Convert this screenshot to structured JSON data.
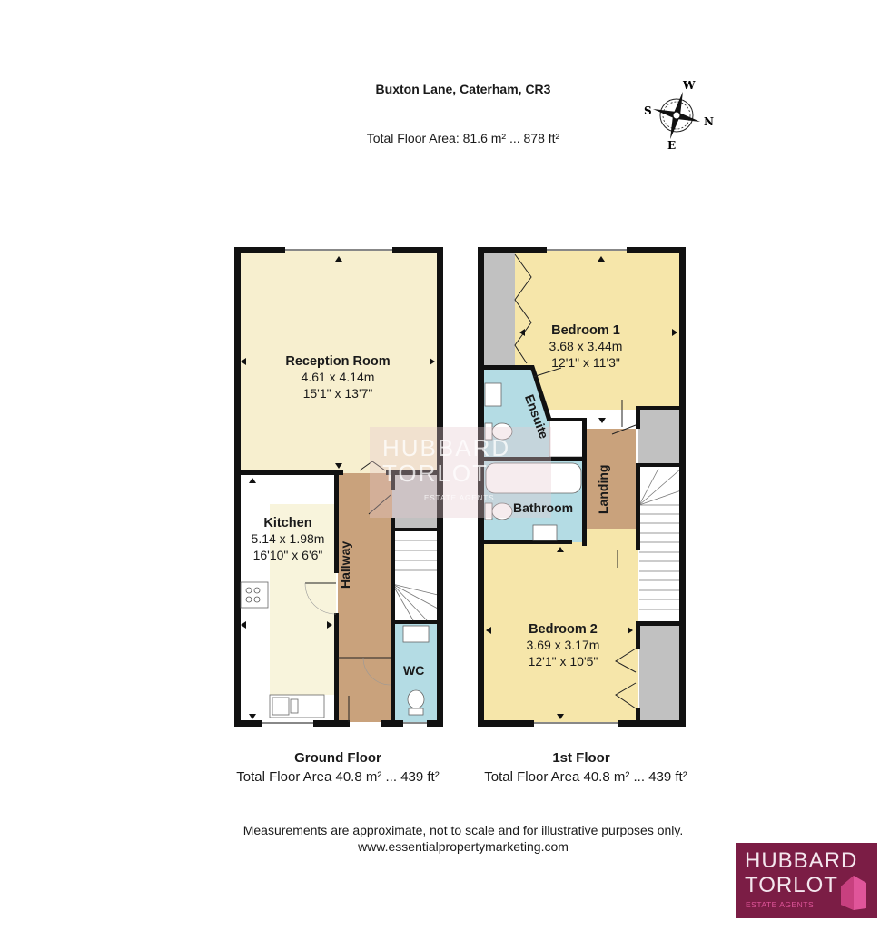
{
  "header": {
    "address": "Buxton Lane, Caterham, CR3",
    "total_floor_area": "Total Floor Area: 81.6 m² ... 878 ft²"
  },
  "compass": {
    "north": "N",
    "south": "S",
    "east": "E",
    "west": "W"
  },
  "colors": {
    "wall": "#111111",
    "living": "#f7efcf",
    "bedroom": "#f6e6aa",
    "hall": "#c9a27c",
    "wet": "#b4dce4",
    "storage": "#c1c1c1",
    "kitchen_floor": "#f8f4dc",
    "brand": "#7b1d45",
    "brand_accent": "#e0559a"
  },
  "ground_floor": {
    "name": "Ground Floor",
    "area": "Total Floor Area 40.8 m² ... 439 ft²",
    "rooms": [
      {
        "name": "Reception Room",
        "metric": "4.61 x 4.14m",
        "imperial": "15'1\" x 13'7\""
      },
      {
        "name": "Kitchen",
        "metric": "5.14 x 1.98m",
        "imperial": "16'10\" x 6'6\""
      },
      {
        "name": "Hallway"
      },
      {
        "name": "WC"
      }
    ]
  },
  "first_floor": {
    "name": "1st Floor",
    "area": "Total Floor Area 40.8 m² ... 439 ft²",
    "rooms": [
      {
        "name": "Bedroom 1",
        "metric": "3.68 x 3.44m",
        "imperial": "12'1\" x 11'3\""
      },
      {
        "name": "Ensuite"
      },
      {
        "name": "Bathroom"
      },
      {
        "name": "Landing"
      },
      {
        "name": "Bedroom 2",
        "metric": "3.69 x 3.17m",
        "imperial": "12'1\" x 10'5\""
      }
    ]
  },
  "footer": {
    "disclaimer": "Measurements are approximate, not to scale and for illustrative purposes only.",
    "website": "www.essentialpropertymarketing.com"
  },
  "logo": {
    "line1": "HUBBARD",
    "line2": "TORLOT",
    "tagline": "ESTATE AGENTS"
  },
  "watermark": {
    "line1": "HUBBARD",
    "line2": "TORLOT",
    "tagline": "ESTATE AGENTS"
  }
}
